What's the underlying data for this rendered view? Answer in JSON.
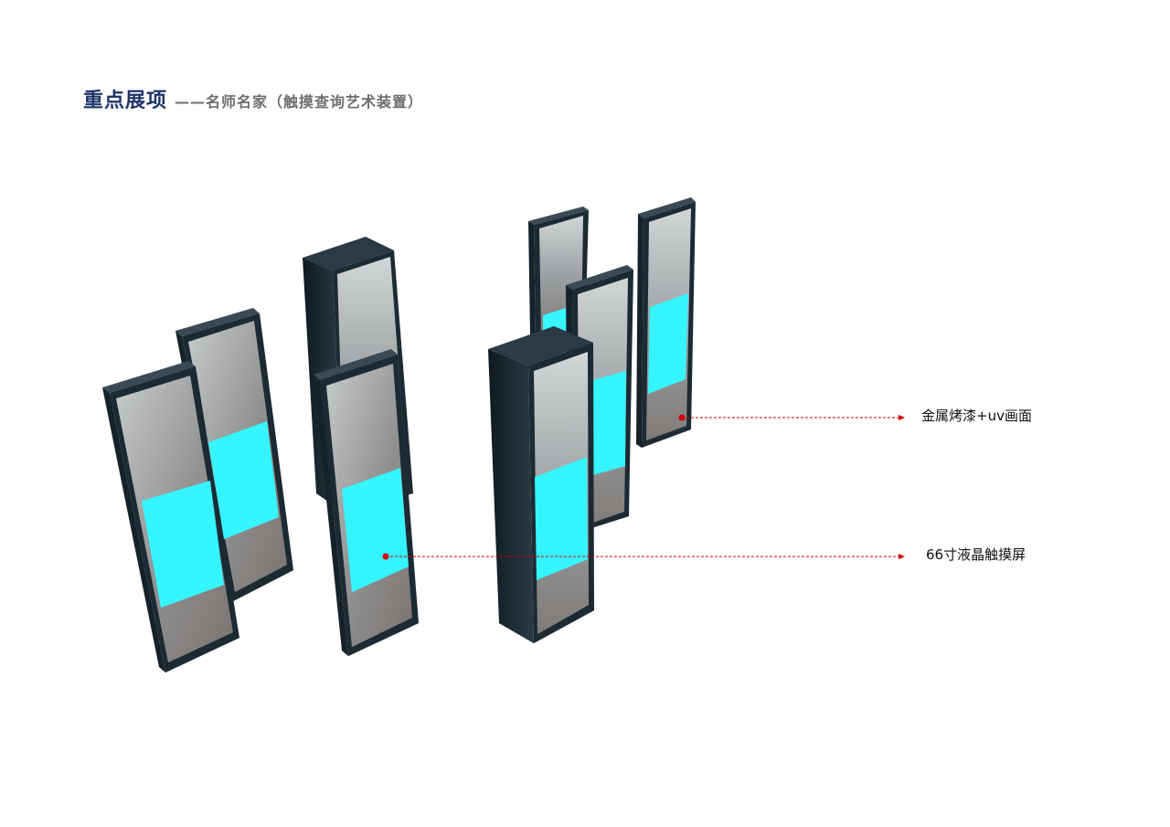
{
  "header": {
    "title": "重点展项",
    "subtitle": "——名师名家（触摸查询艺术装置）"
  },
  "callouts": [
    {
      "label": "金属烤漆+uv画面",
      "color": "#d40000"
    },
    {
      "label": "66寸液晶触摸屏",
      "color": "#d40000"
    }
  ],
  "colors": {
    "title": "#1f3567",
    "subtitle": "#6e6e6e",
    "frame": "#1c2a33",
    "screen": "#33f6ff",
    "leader": "#d40000"
  }
}
